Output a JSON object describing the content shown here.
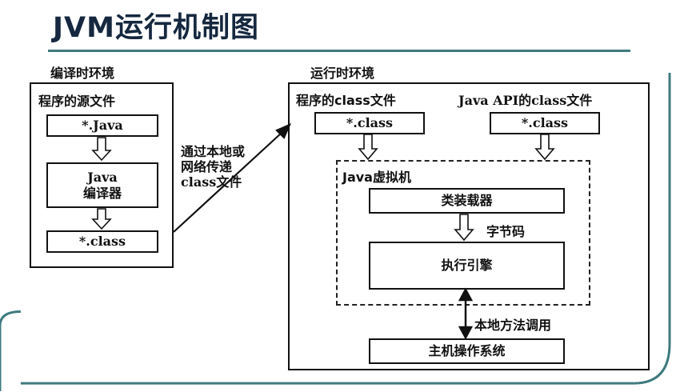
{
  "slide": {
    "title": "JVM运行机制图",
    "accent_color": "#3f7a7e",
    "title_color": "#15283f"
  },
  "compile_env": {
    "label": "编译时环境",
    "panel_label": "程序的源文件",
    "source_file": "*.Java",
    "compiler_line1": "Java",
    "compiler_line2": "编译器",
    "output_file": "*.class"
  },
  "transfer_note": {
    "line1": "通过本地或",
    "line2": "网络传递",
    "line3": "class文件"
  },
  "runtime_env": {
    "label": "运行时环境",
    "program_class_label": "程序的class文件",
    "program_class_file": "*.class",
    "api_class_label": "Java API的class文件",
    "api_class_file": "*.class",
    "jvm_label": "Java虚拟机",
    "class_loader": "类装载器",
    "bytecode_label": "字节码",
    "execution_engine": "执行引擎",
    "native_call_label": "本地方法调用",
    "host_os": "主机操作系统"
  }
}
